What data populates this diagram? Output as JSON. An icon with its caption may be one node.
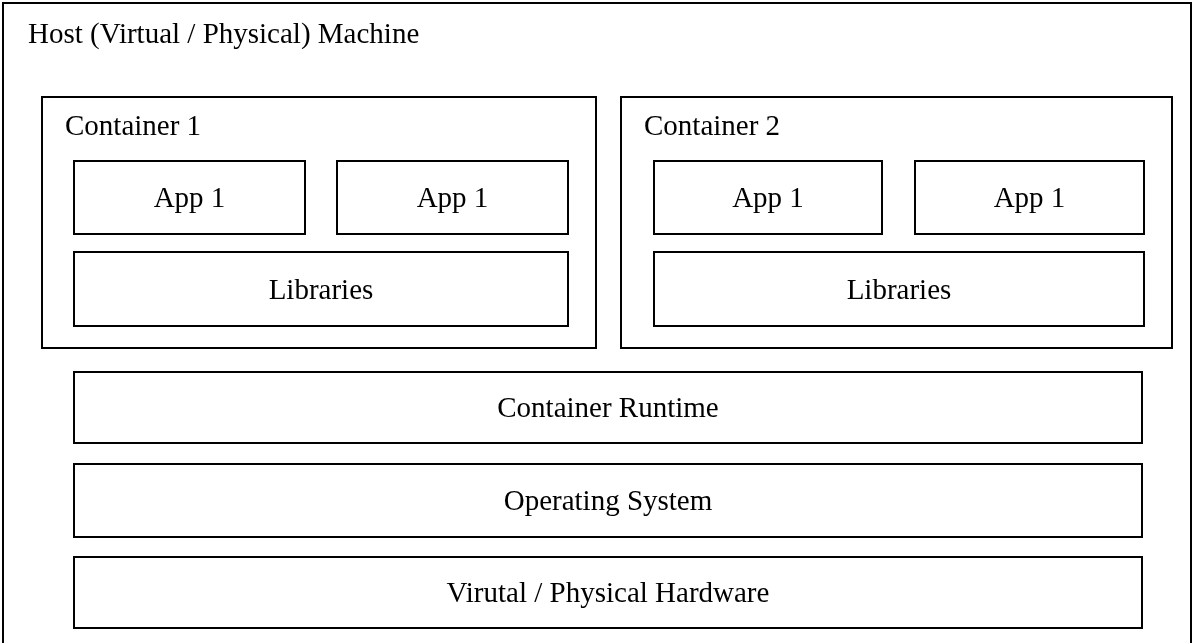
{
  "diagram": {
    "nodes": [
      {
        "text": [
          "Host (Virtual / Physical) Machine"
        ]
      },
      {
        "text": [
          "Container 1"
        ],
        "in": 0
      },
      {
        "text": [
          "App 1"
        ],
        "in": 1
      },
      {
        "text": [
          "App 1"
        ],
        "in": 1
      },
      {
        "text": [
          "Libraries"
        ],
        "in": 1
      },
      {
        "text": [
          "Container 2"
        ],
        "in": 0
      },
      {
        "text": [
          "App 1"
        ],
        "in": 5
      },
      {
        "text": [
          "App 1"
        ],
        "in": 5
      },
      {
        "text": [
          "Libraries"
        ],
        "in": 5
      },
      {
        "text": [
          "Container Runtime"
        ],
        "in": 0
      },
      {
        "text": [
          "Operating System"
        ],
        "in": 0
      },
      {
        "text": [
          "Virutal / Physical Hardware"
        ],
        "in": 0
      }
    ],
    "edges": []
  }
}
